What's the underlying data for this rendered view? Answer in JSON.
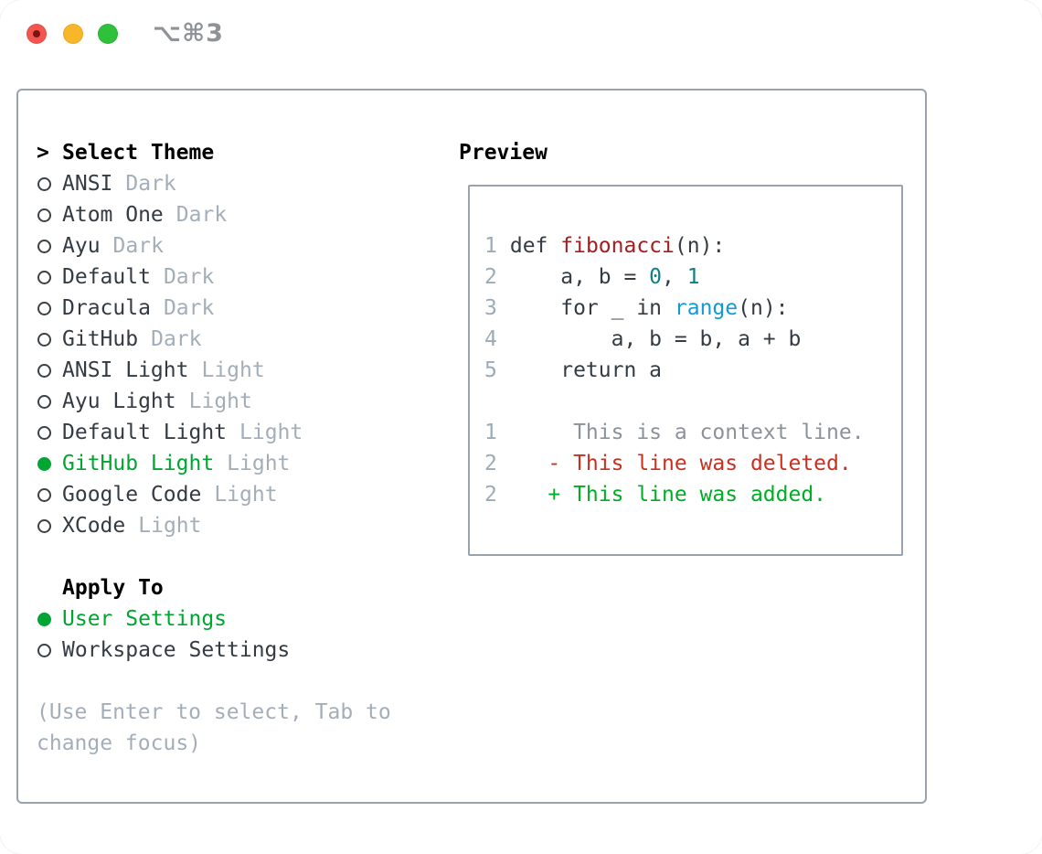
{
  "titlebar": {
    "title": "⌥⌘3"
  },
  "colors": {
    "panel_border": "#99a3ad",
    "selected_green": "#00a532",
    "item_text": "#343b43",
    "muted_gray": "#a4aeb9",
    "line_number_gray": "#9dabb9",
    "func_red": "#a51d1f",
    "number_teal": "#0e7f88",
    "builtin_blue": "#129ad5",
    "diff_context_gray": "#8b9299",
    "diff_deleted_red": "#c8311f",
    "diff_added_green": "#02ad26",
    "traffic_red": "#f4564f",
    "traffic_yellow": "#fab629",
    "traffic_green": "#30c13c"
  },
  "theme_picker": {
    "prompt": ">",
    "header": "Select Theme",
    "themes": [
      {
        "name": "ANSI",
        "variant": "Dark",
        "selected": false
      },
      {
        "name": "Atom One",
        "variant": "Dark",
        "selected": false
      },
      {
        "name": "Ayu",
        "variant": "Dark",
        "selected": false
      },
      {
        "name": "Default",
        "variant": "Dark",
        "selected": false
      },
      {
        "name": "Dracula",
        "variant": "Dark",
        "selected": false
      },
      {
        "name": "GitHub",
        "variant": "Dark",
        "selected": false
      },
      {
        "name": "ANSI Light",
        "variant": "Light",
        "selected": false
      },
      {
        "name": "Ayu Light",
        "variant": "Light",
        "selected": false
      },
      {
        "name": "Default Light",
        "variant": "Light",
        "selected": false
      },
      {
        "name": "GitHub Light",
        "variant": "Light",
        "selected": true
      },
      {
        "name": "Google Code",
        "variant": "Light",
        "selected": false
      },
      {
        "name": "XCode",
        "variant": "Light",
        "selected": false
      }
    ],
    "apply_header": "Apply To",
    "apply_options": [
      {
        "name": "User Settings",
        "selected": true
      },
      {
        "name": "Workspace Settings",
        "selected": false
      }
    ],
    "hint_lines": [
      "(Use Enter to select, Tab to",
      "change focus)"
    ]
  },
  "preview": {
    "header": "Preview",
    "code_lines": [
      {
        "num": "1",
        "tokens": [
          {
            "text": " def ",
            "style": "code"
          },
          {
            "text": "fibonacci",
            "style": "func"
          },
          {
            "text": "(n):",
            "style": "code"
          }
        ]
      },
      {
        "num": "2",
        "tokens": [
          {
            "text": "     a, b = ",
            "style": "code"
          },
          {
            "text": "0",
            "style": "number"
          },
          {
            "text": ", ",
            "style": "code"
          },
          {
            "text": "1",
            "style": "number"
          }
        ]
      },
      {
        "num": "3",
        "tokens": [
          {
            "text": "     for _ in ",
            "style": "code"
          },
          {
            "text": "range",
            "style": "builtin"
          },
          {
            "text": "(n):",
            "style": "code"
          }
        ]
      },
      {
        "num": "4",
        "tokens": [
          {
            "text": "         a, b = b, a + b",
            "style": "code"
          }
        ]
      },
      {
        "num": "5",
        "tokens": [
          {
            "text": "     return a",
            "style": "code"
          }
        ]
      }
    ],
    "diff_lines": [
      {
        "num": "1",
        "tokens": [
          {
            "text": "      This is a context line.",
            "style": "context"
          }
        ]
      },
      {
        "num": "2",
        "tokens": [
          {
            "text": "    - This line was deleted.",
            "style": "deleted"
          }
        ]
      },
      {
        "num": "2",
        "tokens": [
          {
            "text": "    + This line was added.",
            "style": "added"
          }
        ]
      }
    ]
  }
}
